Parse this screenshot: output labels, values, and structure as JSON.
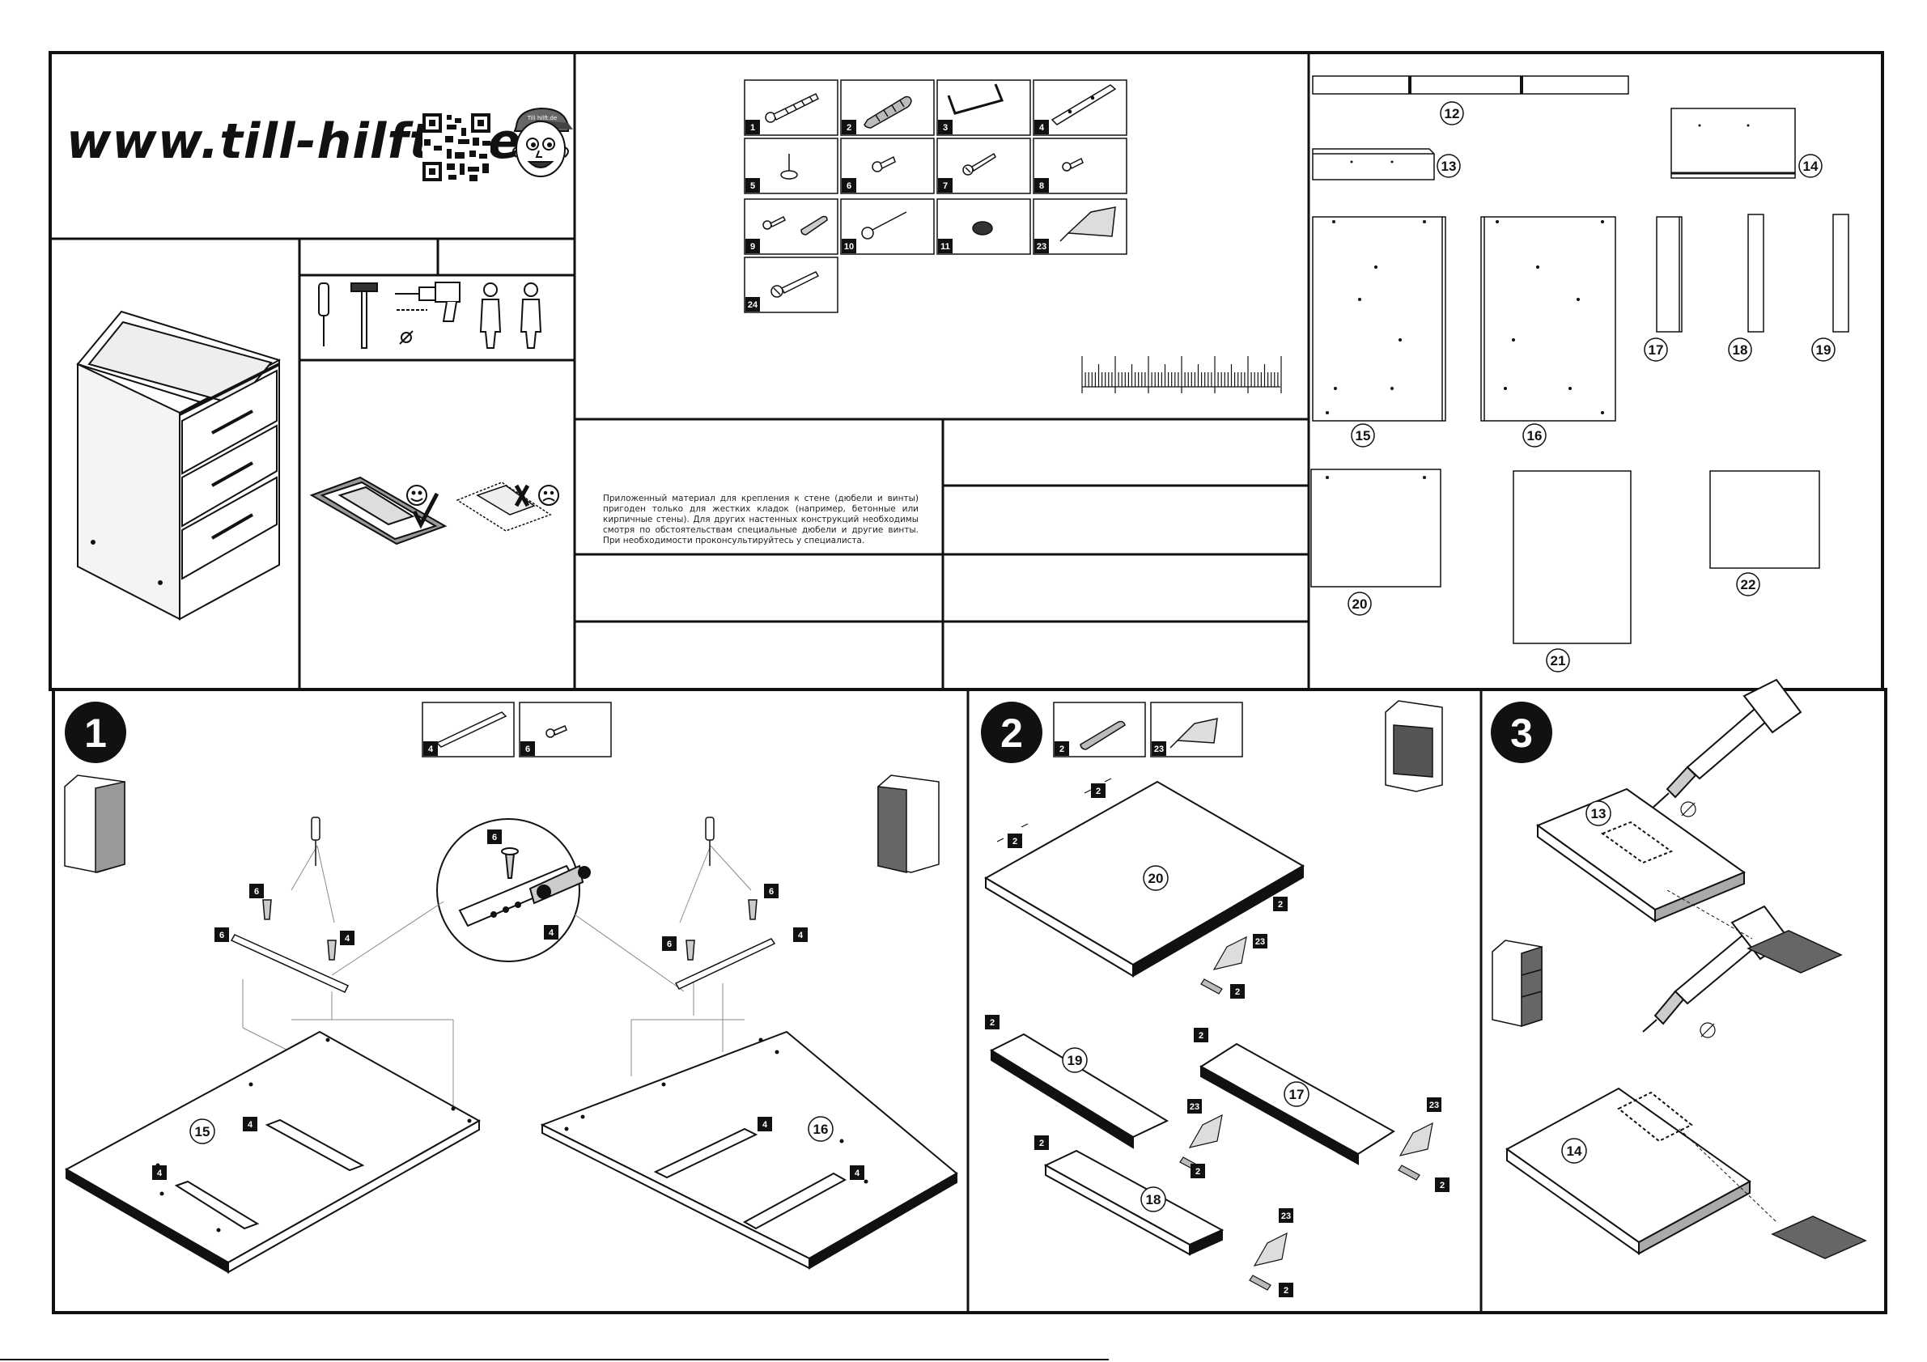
{
  "header": {
    "website": "www.till-hilft.de",
    "logo_text": "Till hilft.de"
  },
  "notice_ru": "Приложенный материал для крепления к стене (дюбели и винты) пригоден только для жестких кладок (например, бетонные или кирпичные стены). Для других настенных конструкций необходимы смотря по обстоятельствам специальные дюбели и другие винты. При необходимости проконсультируйтесь у специалиста.",
  "parts_hardware": [
    {
      "id": "1",
      "icon": "long-screw-icon"
    },
    {
      "id": "2",
      "icon": "wooden-dowel-icon"
    },
    {
      "id": "3",
      "icon": "handle-icon"
    },
    {
      "id": "4",
      "icon": "drawer-rail-icon"
    },
    {
      "id": "5",
      "icon": "leveling-foot-icon"
    },
    {
      "id": "6",
      "icon": "euro-screw-icon"
    },
    {
      "id": "7",
      "icon": "wood-screw-icon"
    },
    {
      "id": "8",
      "icon": "short-screw-icon"
    },
    {
      "id": "9",
      "icon": "screw-and-dowel-icon"
    },
    {
      "id": "10",
      "icon": "nail-icon"
    },
    {
      "id": "11",
      "icon": "cover-cap-icon"
    },
    {
      "id": "23",
      "icon": "glue-tube-icon"
    },
    {
      "id": "24",
      "icon": "long-wood-screw-icon"
    }
  ],
  "panels": [
    "12",
    "13",
    "14",
    "15",
    "16",
    "17",
    "18",
    "19",
    "20",
    "21",
    "22"
  ],
  "steps": [
    {
      "number": "1",
      "parts": [
        "4",
        "6"
      ],
      "callouts": [
        "6",
        "6",
        "4",
        "6",
        "4",
        "6",
        "4",
        "6",
        "4",
        "4",
        "4",
        "4"
      ],
      "panels": [
        "15",
        "16"
      ]
    },
    {
      "number": "2",
      "parts": [
        "2",
        "23"
      ],
      "callouts": [
        "2",
        "2",
        "2",
        "23",
        "2",
        "2",
        "2",
        "23",
        "2",
        "23",
        "2",
        "2",
        "23",
        "2"
      ],
      "panels": [
        "20",
        "19",
        "17",
        "18"
      ]
    },
    {
      "number": "3",
      "panels": [
        "13",
        "14"
      ]
    }
  ],
  "colors": {
    "line": "#111111",
    "panel_edge": "#1a1a1a",
    "dark_fill": "#222222"
  }
}
